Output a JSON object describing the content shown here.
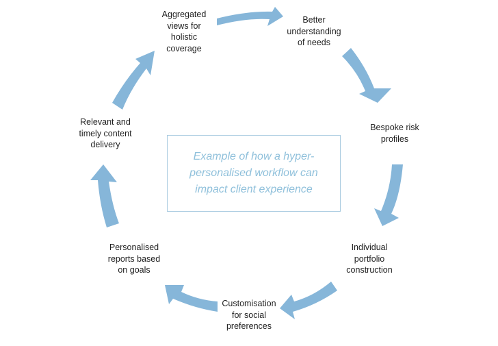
{
  "diagram": {
    "arrow_color": "#86b6d9",
    "center_border_color": "#a9cbe0",
    "center_text_color": "#8fc0db",
    "center_text": "Example of how a hyper-\npersonalised workflow can\nimpact client experience",
    "steps": [
      {
        "label": "Aggregated\nviews for\nholistic\ncoverage"
      },
      {
        "label": "Better\nunderstanding\nof needs"
      },
      {
        "label": "Bespoke risk\nprofiles"
      },
      {
        "label": "Individual\nportfolio\nconstruction"
      },
      {
        "label": "Customisation\nfor social\npreferences"
      },
      {
        "label": "Personalised\nreports based\non goals"
      },
      {
        "label": "Relevant and\ntimely content\ndelivery"
      }
    ]
  }
}
